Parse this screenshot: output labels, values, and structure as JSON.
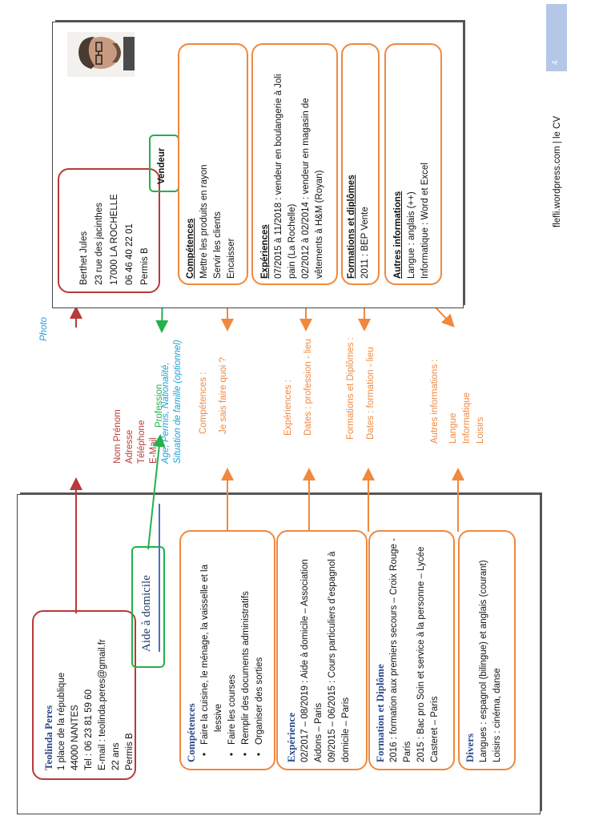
{
  "footer": {
    "site": "flefli.wordpress.com | le CV",
    "page_num": "4",
    "accent": "#b4c7e7"
  },
  "left_cv": {
    "name": "Teolinda Peres",
    "address1": "1 place de la république",
    "address2": "44000 NANTES",
    "tel": "Tel : 06 23 81 59 60",
    "email": "E-mail : teolinda.peres@gmail.fr",
    "age": "22 ans",
    "permis": "Permis B",
    "profession": "Aide à domicile",
    "competences": {
      "title": "Compétences",
      "items": [
        "Faire la cuisine, le ménage, la vaisselle et la",
        "Faire les courses",
        "Remplir des documents administratifs",
        "Organiser des sorties"
      ],
      "item1_cont": "lessive"
    },
    "experience": {
      "title": "Expérience",
      "lines": [
        "02/2017 – 08/2019 : Aide à domicile – Association",
        "Aidons – Paris",
        "09/2015 – 06/2015 : Cours particuliers d’espagnol à",
        "domicile – Paris"
      ]
    },
    "formation": {
      "title": "Formation et Diplôme",
      "lines": [
        "2016 : formation aux premiers secours – Croix Rouge -",
        "Paris",
        "2015 : Bac pro Soin et service à la personne – Lycée",
        "Casteret – Paris"
      ]
    },
    "divers": {
      "title": "Divers",
      "lines": [
        "Langues : espagnol (bilingue) et anglais (courant)",
        "Loisirs : cinéma, danse"
      ]
    }
  },
  "labels": {
    "identity": [
      "Nom Prénom",
      "Adresse",
      "Téléphone",
      "E-Mail"
    ],
    "optional1": "Age, Permis, Nationalité,",
    "optional2": "Situation de famille (optionnel)",
    "photo": "Photo",
    "profession": "Profession",
    "competences": [
      "Compétences :",
      "Je sais faire quoi ?"
    ],
    "experiences": [
      "Expériences :",
      "Dates : profession - lieu"
    ],
    "formations": [
      "Formations et Diplômes :",
      "Dates : formation - lieu"
    ],
    "autres": [
      "Autres informations :",
      "Langue",
      "Informatique",
      "Loisirs"
    ]
  },
  "right_cv": {
    "identity": [
      "Berthet Jules",
      "23 rue des jacinthes",
      "17000 LA ROCHELLE",
      "06 46 40 22 01",
      "Permis B"
    ],
    "profession": "Vendeur",
    "competences": {
      "title": "Compétences",
      "items": [
        "Mettre les produits en rayon",
        "Servir les clients",
        "Encaisser"
      ]
    },
    "experiences": {
      "title": "Expériences",
      "lines": [
        "07/2015 à 11/2018 : vendeur en boulangerie à Joli",
        "pain (La Rochelle)",
        "02/2012 à 02/2014 : vendeur en magasin de",
        "vêtements à H&M (Royan)"
      ]
    },
    "formations": {
      "title": "Formations et diplômes",
      "lines": [
        "2011 : BEP Vente"
      ]
    },
    "autres": {
      "title": "Autres informations",
      "lines": [
        "Langue : anglais (++)",
        "Informatique : Word et Excel"
      ]
    }
  },
  "colors": {
    "orange": "#f0883e",
    "red": "#b83a3a",
    "green": "#22b14c",
    "blue": "#1aa3d9",
    "navy": "#2c4a8a"
  }
}
